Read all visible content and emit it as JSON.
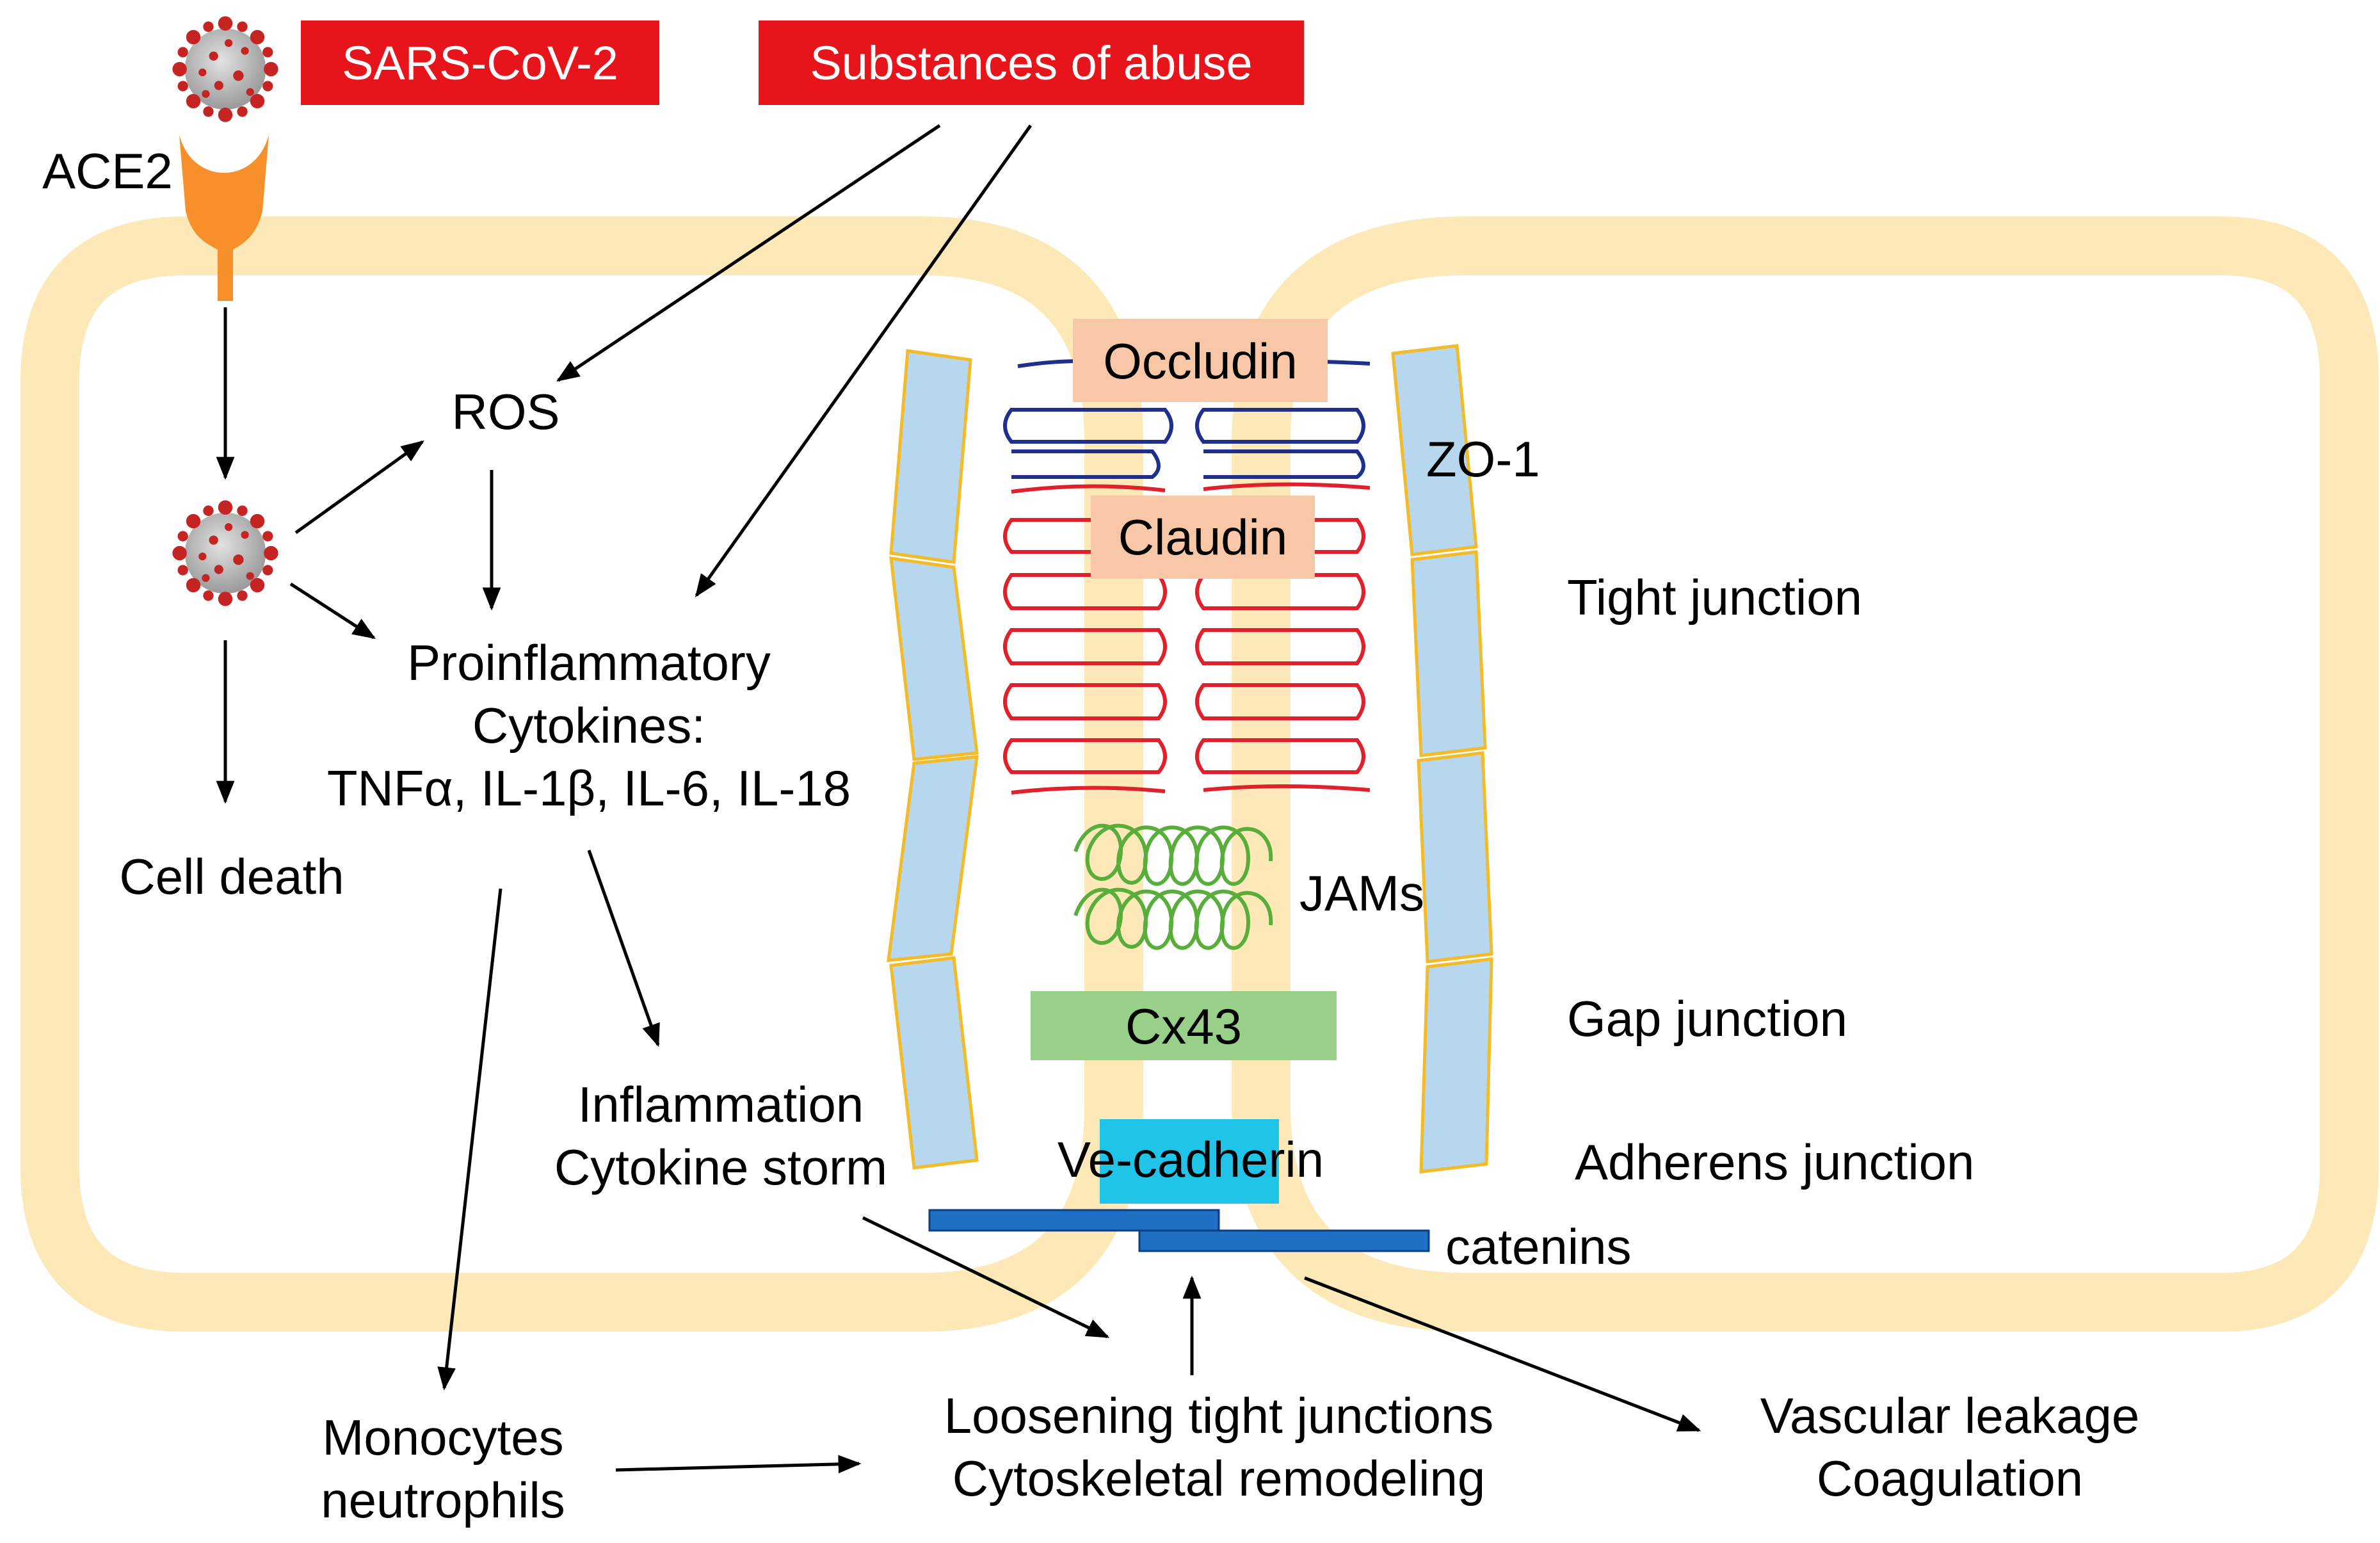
{
  "labels": {
    "sars": "SARS-CoV-2",
    "abuse": "Substances of abuse",
    "ace2": "ACE2",
    "ros": "ROS",
    "cytokines_line1": "Proinflammatory",
    "cytokines_line2": "Cytokines:",
    "cytokines_line3": "TNFα, IL-1β, IL-6, IL-18",
    "cell_death": "Cell death",
    "inflammation": "Inflammation",
    "cytokine_storm": "Cytokine storm",
    "monocytes": "Monocytes",
    "neutrophils": "neutrophils",
    "loosening": "Loosening tight junctions",
    "cytoskeletal": "Cytoskeletal remodeling",
    "vascular": "Vascular leakage",
    "coagulation": "Coagulation",
    "occludin": "Occludin",
    "claudin": "Claudin",
    "zo1": "ZO-1",
    "jams": "JAMs",
    "cx43": "Cx43",
    "vecadherin": "Ve-cadherin",
    "catenins": "catenins",
    "tight_junction": "Tight junction",
    "gap_junction": "Gap junction",
    "adherens_junction": "Adherens junction"
  },
  "icons": {
    "virus": "coronavirus-icon",
    "receptor": "ace2-receptor-icon"
  },
  "colors": {
    "alert_red": "#e8141b",
    "membrane": "#fde9b7",
    "zo1_fill": "#b7d7ee",
    "zo1_border": "#f3bb27",
    "occludin_box": "#f8c7a8",
    "occludin_strand": "#1f2f8c",
    "claudin_strand": "#e0202b",
    "jam_strand": "#59ad3b",
    "cx43": "#98d08a",
    "vecadherin": "#1fc4e8",
    "catenin": "#1f6fc4",
    "receptor": "#f7902a"
  }
}
